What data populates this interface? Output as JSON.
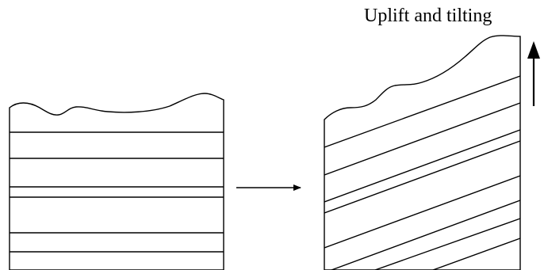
{
  "annotation": {
    "label": "Uplift and tilting"
  },
  "colors": {
    "stroke": "#000000",
    "background": "#ffffff"
  },
  "panels": [
    {
      "name": "original-horizontal-strata",
      "layer_boundary_count": 6
    },
    {
      "name": "uplifted-tilted-strata",
      "layer_boundary_count": 8
    }
  ],
  "arrows": [
    {
      "name": "sequence-arrow",
      "direction": "right"
    },
    {
      "name": "uplift-arrow",
      "direction": "up"
    }
  ]
}
